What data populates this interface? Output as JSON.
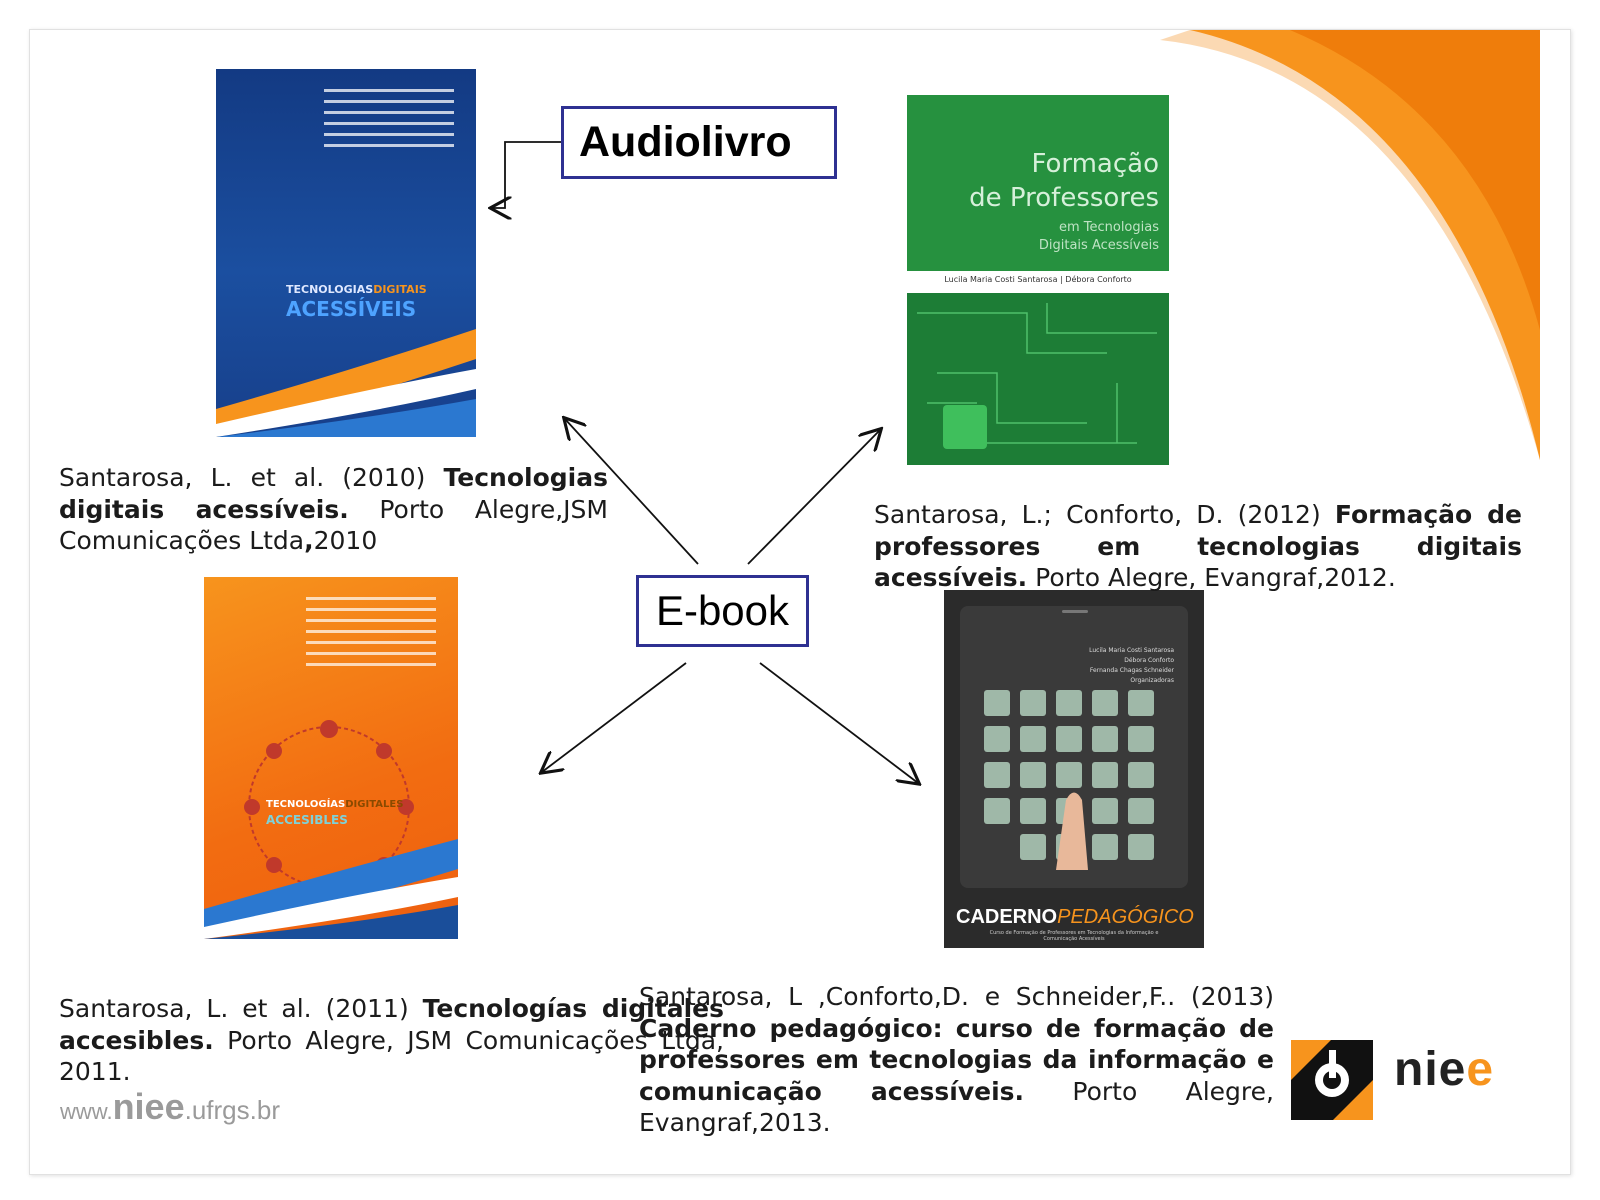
{
  "labels": {
    "audiobook": "Audiolivro",
    "ebook": "E-book"
  },
  "references": [
    {
      "authors": "Santarosa, L. et al. (2010)",
      "title": "Tecnologias digitais acessíveis.",
      "publisher": "Porto Alegre,JSM Comunicações Ltda",
      "year_sep": ",",
      "year": "2010"
    },
    {
      "authors": "Santarosa, L.; Conforto, D. (2012)",
      "title": "Formação de professores em tecnologias digitais acessíveis.",
      "publisher": "Porto Alegre, Evangraf,2012."
    },
    {
      "authors": "Santarosa, L. et al. (2011)",
      "title": "Tecnologías digitales accesibles.",
      "publisher": "Porto Alegre, JSM Comunicações Ltda,",
      "year": "2011."
    },
    {
      "authors": "Santarosa, L ,Conforto,D. e Schneider,F.. (2013)",
      "title": "Caderno pedagógico: curso de formação de professores em tecnologias da informação e comunicação acessíveis.",
      "publisher": "Porto Alegre, Evangraf,2013."
    }
  ],
  "covers": {
    "book1": {
      "series": "TECNOLOGIAS",
      "series_accent": "DIGITAIS",
      "title": "ACESSÍVEIS"
    },
    "book2": {
      "line1": "Formação",
      "line2": "de Professores",
      "line3": "em Tecnologias",
      "line4": "Digitais Acessíveis",
      "authors": "Lucila Maria Costi Santarosa | Débora Conforto"
    },
    "book3": {
      "series": "TECNOLOGÍAS",
      "series_accent": "DIGITALES",
      "title": "ACCESIBLES"
    },
    "book4": {
      "editors": [
        "Lucila Maria Costi Santarosa",
        "Débora Conforto",
        "Fernanda Chagas Schneider",
        "Organizadoras"
      ],
      "title_a": "CADERNO",
      "title_b": "PEDAGÓGICO",
      "subtitle": "Curso de Formação de Professores em Tecnologias da Informação e Comunicação Acessíveis"
    }
  },
  "footer": {
    "url_prefix": "www.",
    "url_main": "niee",
    "url_suffix": ".ufrgs.br"
  },
  "logo": {
    "text": "nie",
    "accent": "e"
  },
  "colors": {
    "accent": "#f7941d",
    "box_border": "#2e3192"
  }
}
